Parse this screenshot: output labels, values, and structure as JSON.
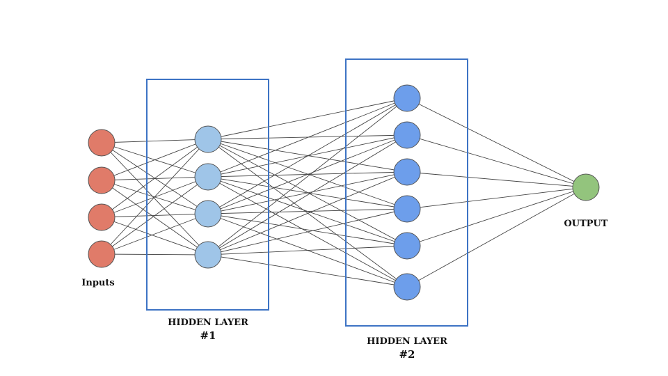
{
  "labels": {
    "inputs": "Inputs",
    "hidden1_title": "HIDDEN LAYER",
    "hidden1_number": "#1",
    "hidden2_title": "HIDDEN LAYER",
    "hidden2_number": "#2",
    "output": "OUTPUT"
  },
  "layers": [
    {
      "name": "inputs",
      "nodes": 4,
      "color": "#e07b69"
    },
    {
      "name": "hidden-layer-1",
      "nodes": 4,
      "color": "#9fc5e8"
    },
    {
      "name": "hidden-layer-2",
      "nodes": 6,
      "color": "#6d9eeb"
    },
    {
      "name": "output",
      "nodes": 1,
      "color": "#93c47d"
    }
  ],
  "colors": {
    "node_stroke": "#555555",
    "connection": "#444444",
    "layer_box": "#3d73c4",
    "background": "#ffffff"
  }
}
